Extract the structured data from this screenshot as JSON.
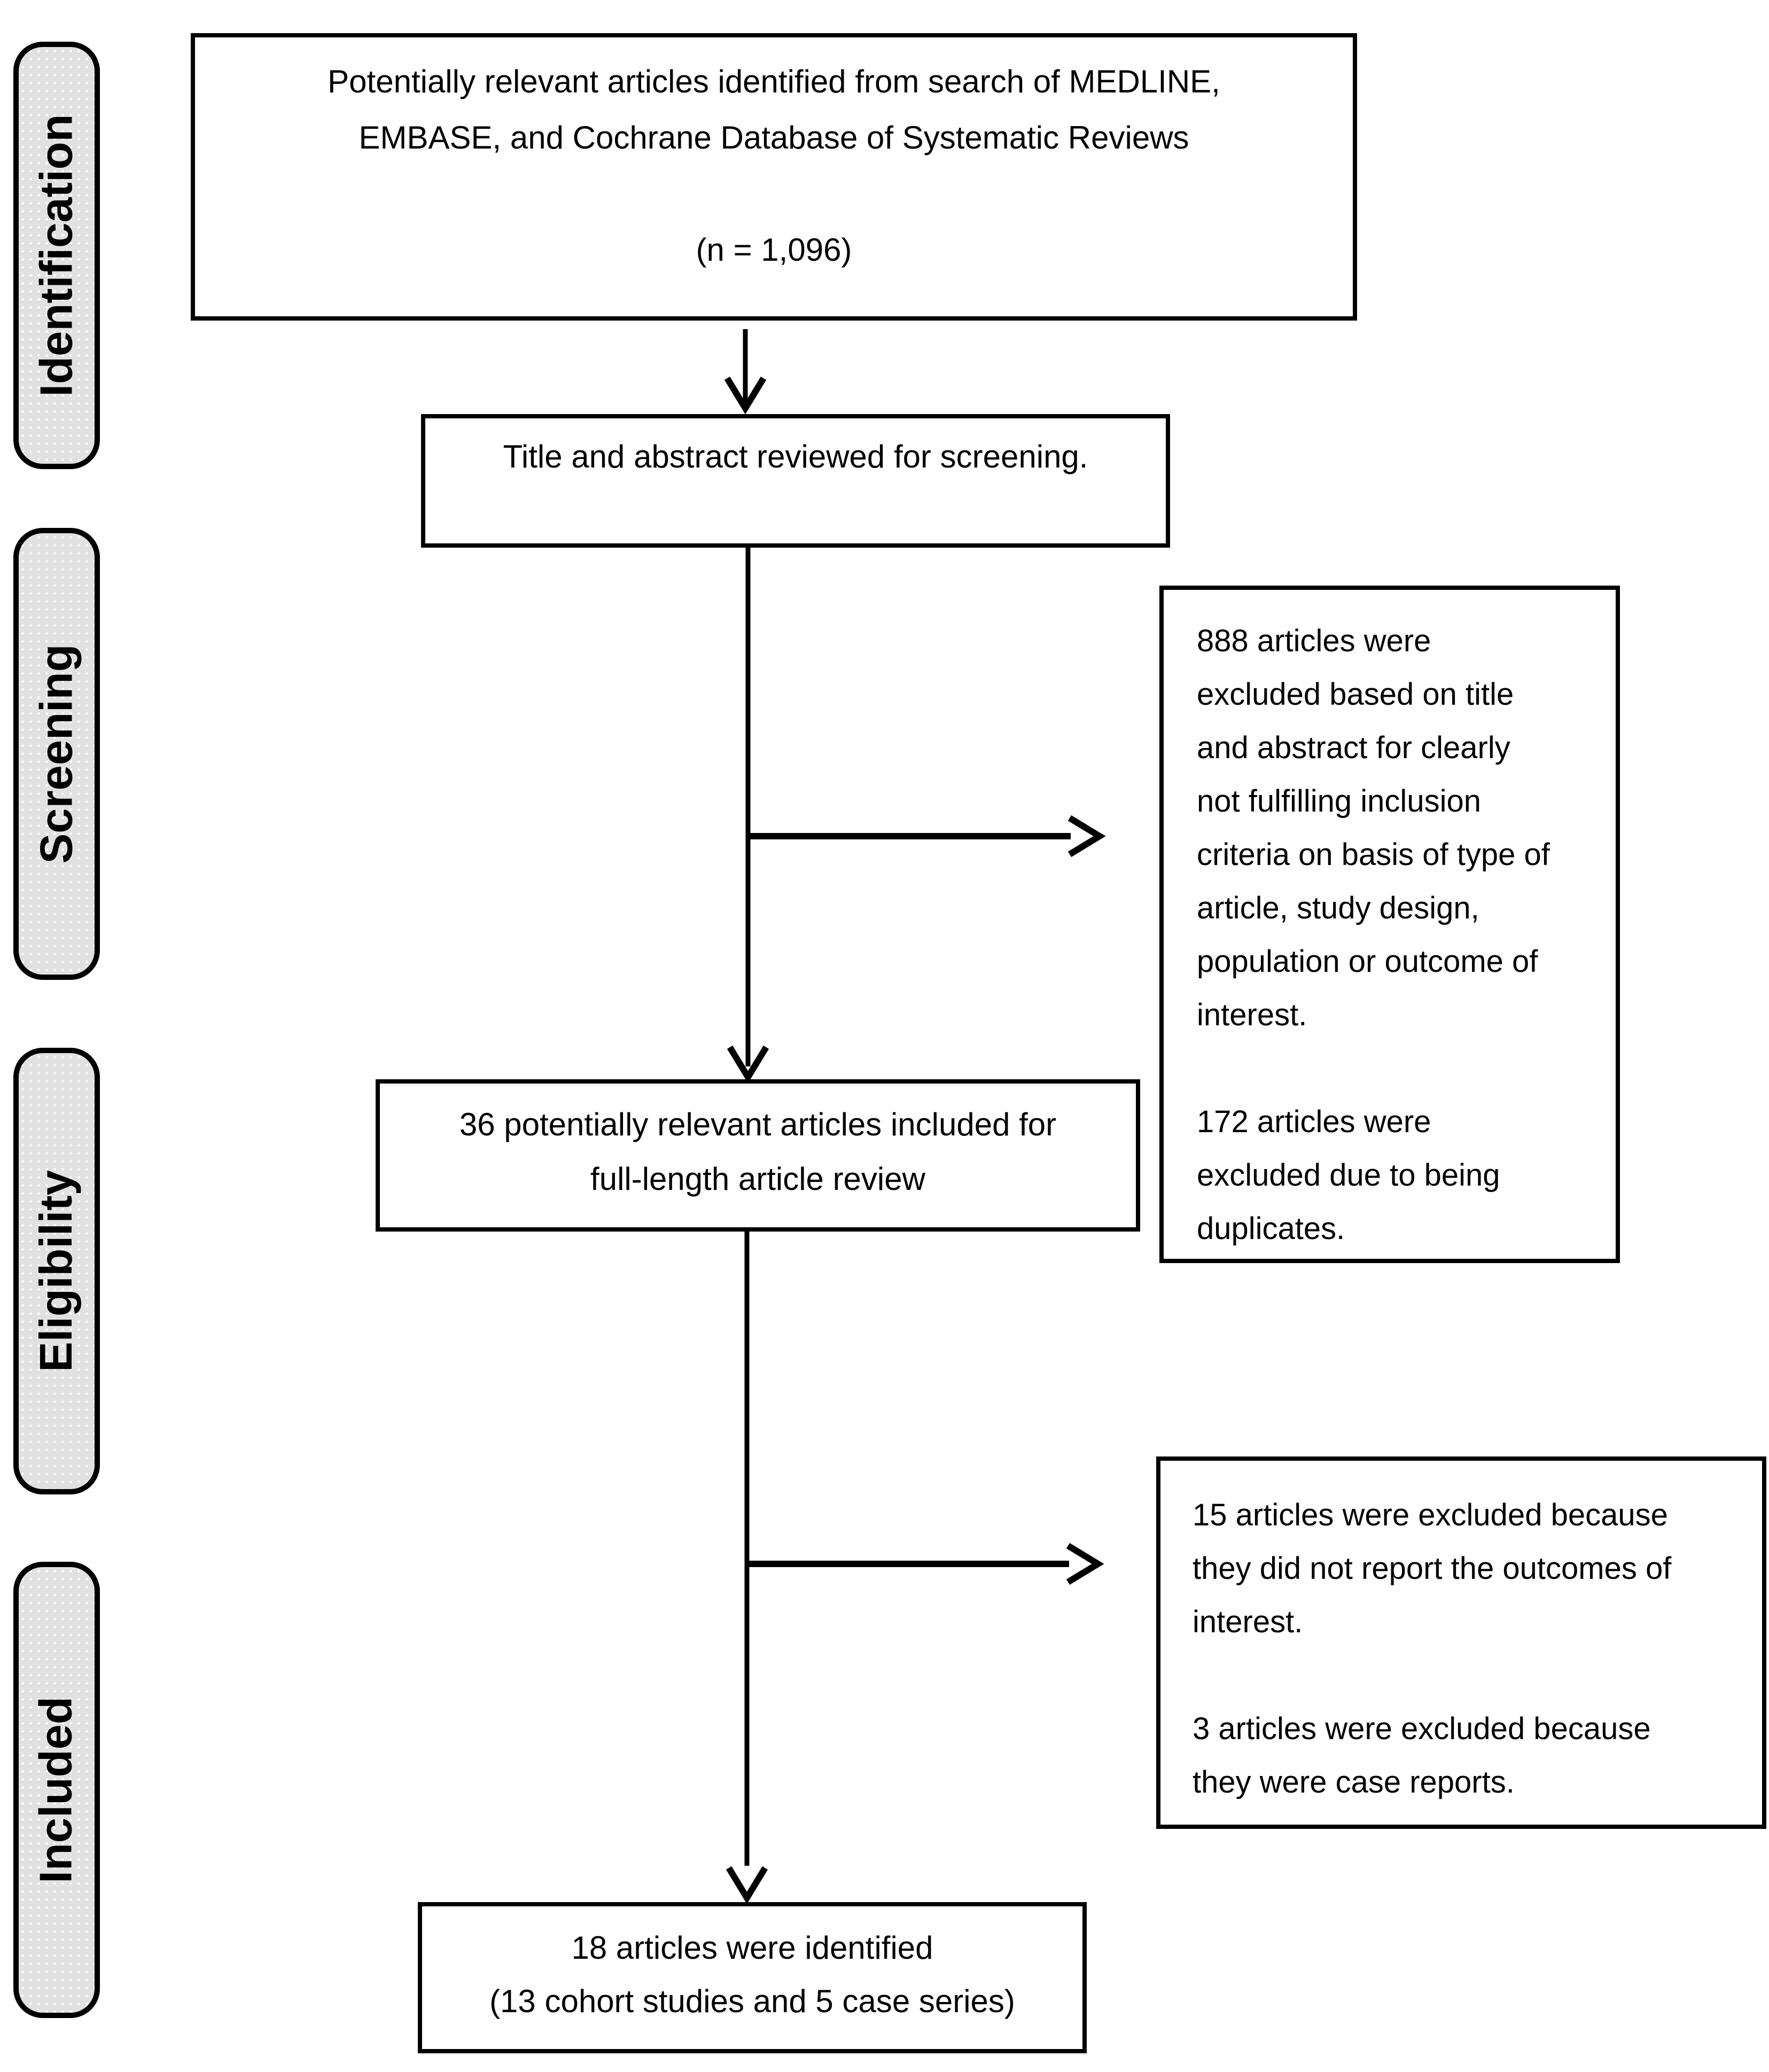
{
  "stages": [
    {
      "id": "identification",
      "label": "Identification"
    },
    {
      "id": "screening",
      "label": "Screening"
    },
    {
      "id": "eligibility",
      "label": "Eligibility"
    },
    {
      "id": "included",
      "label": "Included"
    }
  ],
  "boxes": {
    "search": {
      "text": "Potentially relevant articles identified from search of MEDLINE,\nEMBASE, and Cochrane Database of Systematic Reviews\n\n(n = 1,096)"
    },
    "title_abstract": {
      "text": "Title and abstract reviewed for screening."
    },
    "excluded_screening": {
      "text": "888 articles were\nexcluded based on title\nand abstract for clearly\nnot fulfilling inclusion\ncriteria on basis of type of\narticle, study design,\npopulation or outcome of\ninterest.\n\n172 articles were\nexcluded due to being\nduplicates."
    },
    "full_text": {
      "text": "36 potentially relevant articles included for\nfull-length article review"
    },
    "excluded_full_text": {
      "text": "15 articles were excluded because\nthey did not report the outcomes of\ninterest.\n\n3 articles were excluded because\nthey were case reports."
    },
    "included_articles": {
      "text": "18 articles were identified\n(13 cohort studies and 5 case series)"
    }
  },
  "colors": {
    "background": "#ffffff",
    "box_border": "#000000",
    "stage_fill": "#e1e1e1",
    "text": "#000000",
    "arrow": "#000000"
  }
}
